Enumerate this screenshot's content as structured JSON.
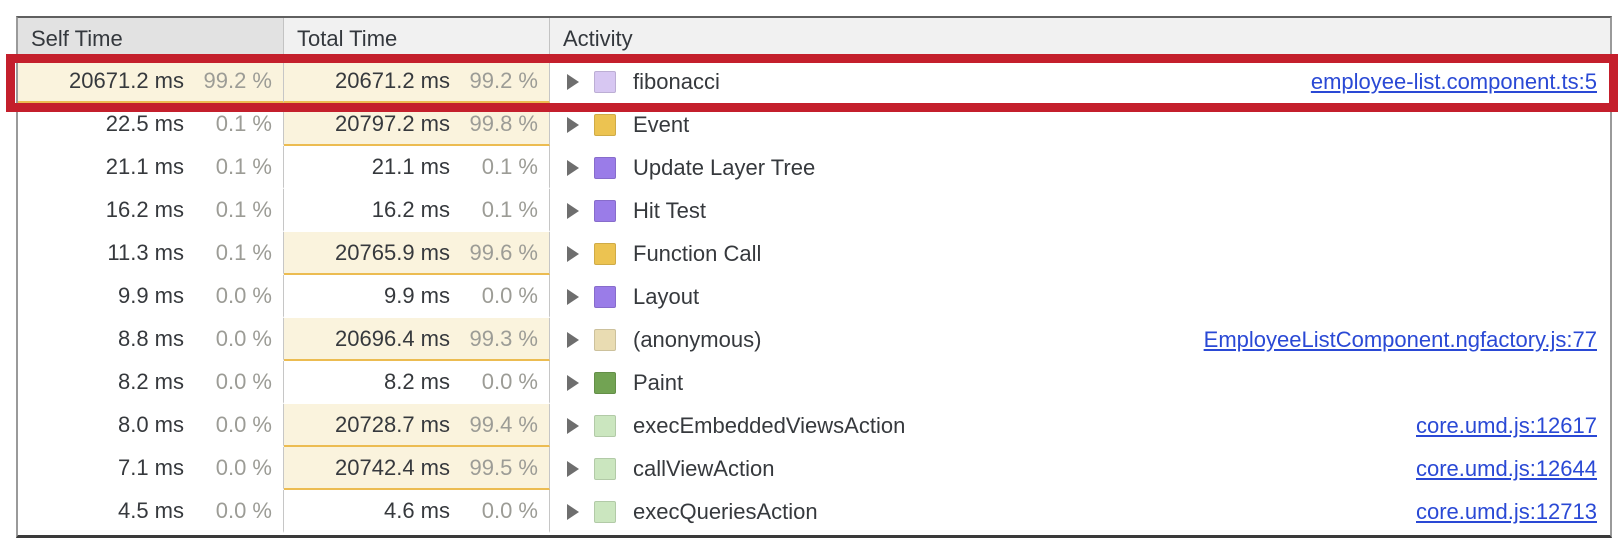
{
  "table": {
    "columns": {
      "self_time": "Self Time",
      "total_time": "Total Time",
      "activity": "Activity"
    },
    "rows": [
      {
        "self_time": "20671.2 ms",
        "self_pct": "99.2 %",
        "self_hl": true,
        "total_time": "20671.2 ms",
        "total_pct": "99.2 %",
        "total_hl": true,
        "activity": "fibonacci",
        "swatch_color": "#d7c7f2",
        "swatch_name": "scripting-light-purple",
        "link": "employee-list.component.ts:5"
      },
      {
        "self_time": "22.5 ms",
        "self_pct": "0.1 %",
        "self_hl": false,
        "total_time": "20797.2 ms",
        "total_pct": "99.8 %",
        "total_hl": true,
        "activity": "Event",
        "swatch_color": "#ecc351",
        "swatch_name": "scripting-orange",
        "link": ""
      },
      {
        "self_time": "21.1 ms",
        "self_pct": "0.1 %",
        "self_hl": false,
        "total_time": "21.1 ms",
        "total_pct": "0.1 %",
        "total_hl": false,
        "activity": "Update Layer Tree",
        "swatch_color": "#9a7ce8",
        "swatch_name": "rendering-purple",
        "link": ""
      },
      {
        "self_time": "16.2 ms",
        "self_pct": "0.1 %",
        "self_hl": false,
        "total_time": "16.2 ms",
        "total_pct": "0.1 %",
        "total_hl": false,
        "activity": "Hit Test",
        "swatch_color": "#9a7ce8",
        "swatch_name": "rendering-purple",
        "link": ""
      },
      {
        "self_time": "11.3 ms",
        "self_pct": "0.1 %",
        "self_hl": false,
        "total_time": "20765.9 ms",
        "total_pct": "99.6 %",
        "total_hl": true,
        "activity": "Function Call",
        "swatch_color": "#ecc351",
        "swatch_name": "scripting-orange",
        "link": ""
      },
      {
        "self_time": "9.9 ms",
        "self_pct": "0.0 %",
        "self_hl": false,
        "total_time": "9.9 ms",
        "total_pct": "0.0 %",
        "total_hl": false,
        "activity": "Layout",
        "swatch_color": "#9a7ce8",
        "swatch_name": "rendering-purple",
        "link": ""
      },
      {
        "self_time": "8.8 ms",
        "self_pct": "0.0 %",
        "self_hl": false,
        "total_time": "20696.4 ms",
        "total_pct": "99.3 %",
        "total_hl": true,
        "activity": "(anonymous)",
        "swatch_color": "#e9dcb2",
        "swatch_name": "scripting-beige",
        "link": "EmployeeListComponent.ngfactory.js:77"
      },
      {
        "self_time": "8.2 ms",
        "self_pct": "0.0 %",
        "self_hl": false,
        "total_time": "8.2 ms",
        "total_pct": "0.0 %",
        "total_hl": false,
        "activity": "Paint",
        "swatch_color": "#72a353",
        "swatch_name": "painting-green",
        "link": ""
      },
      {
        "self_time": "8.0 ms",
        "self_pct": "0.0 %",
        "self_hl": false,
        "total_time": "20728.7 ms",
        "total_pct": "99.4 %",
        "total_hl": true,
        "activity": "execEmbeddedViewsAction",
        "swatch_color": "#cbe6bf",
        "swatch_name": "scripting-light-green",
        "link": "core.umd.js:12617"
      },
      {
        "self_time": "7.1 ms",
        "self_pct": "0.0 %",
        "self_hl": false,
        "total_time": "20742.4 ms",
        "total_pct": "99.5 %",
        "total_hl": true,
        "activity": "callViewAction",
        "swatch_color": "#cbe6bf",
        "swatch_name": "scripting-light-green",
        "link": "core.umd.js:12644"
      },
      {
        "self_time": "4.5 ms",
        "self_pct": "0.0 %",
        "self_hl": false,
        "total_time": "4.6 ms",
        "total_pct": "0.0 %",
        "total_hl": false,
        "activity": "execQueriesAction",
        "swatch_color": "#cbe6bf",
        "swatch_name": "scripting-light-green",
        "link": "core.umd.js:12713"
      }
    ]
  },
  "colors": {
    "highlight_cell_bg": "#faf3dd",
    "highlight_cell_border": "#ecbc51",
    "link_blue": "#2a49d5",
    "annotation_red": "#c41f2c",
    "sorted_header_bg": "#e2e2e2"
  },
  "annotation": {
    "highlighted_row_index": 0
  }
}
